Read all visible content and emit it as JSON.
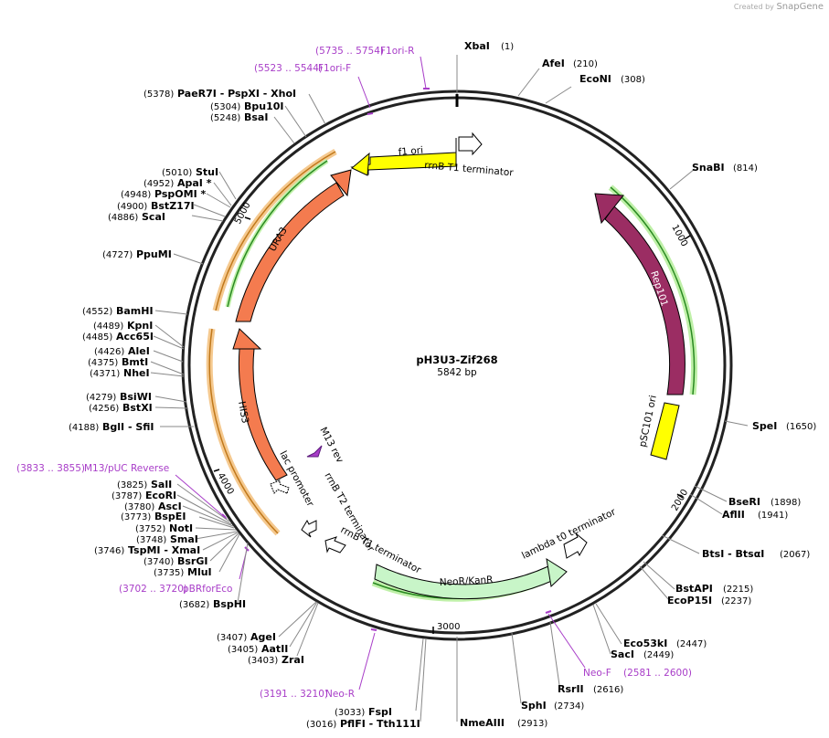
{
  "credit": {
    "prefix": "Created by",
    "brand": "SnapGene"
  },
  "plasmid": {
    "name": "pH3U3-Zif268",
    "size": "5842 bp"
  },
  "ticks": [
    {
      "label": "1000",
      "bp": 1000
    },
    {
      "label": "2000",
      "bp": 2000
    },
    {
      "label": "3000",
      "bp": 3000
    },
    {
      "label": "4000",
      "bp": 4000
    },
    {
      "label": "5000",
      "bp": 5000
    }
  ],
  "features": [
    {
      "name": "f1 ori",
      "color": "#ffff00"
    },
    {
      "name": "rrnB T1 terminator",
      "color": "#ffffff"
    },
    {
      "name": "Rep101",
      "color": "#9b2d63"
    },
    {
      "name": "pSC101 ori",
      "color": "#ffff00"
    },
    {
      "name": "lambda t0 terminator",
      "color": "#ffffff"
    },
    {
      "name": "NeoR/KanR",
      "color": "#c8f5c8"
    },
    {
      "name": "rrnB T1 terminator",
      "color": "#ffffff"
    },
    {
      "name": "rrnB T2 terminator",
      "color": "#ffffff"
    },
    {
      "name": "lac promoter",
      "color": "#ffffff"
    },
    {
      "name": "M13 rev",
      "color": "#a83dc8"
    },
    {
      "name": "HIS3",
      "color": "#f47b4f"
    },
    {
      "name": "URA3",
      "color": "#f47b4f"
    }
  ],
  "enzymes": [
    {
      "name": "XbaI",
      "pos": "(1)"
    },
    {
      "name": "AfeI",
      "pos": "(210)"
    },
    {
      "name": "EcoNI",
      "pos": "(308)"
    },
    {
      "name": "SnaBI",
      "pos": "(814)"
    },
    {
      "name": "SpeI",
      "pos": "(1650)"
    },
    {
      "name": "BseRI",
      "pos": "(1898)"
    },
    {
      "name": "AflII",
      "pos": "(1941)"
    },
    {
      "name": "BtsI  - BtsαI",
      "pos": "(2067)"
    },
    {
      "name": "BstAPI",
      "pos": "(2215)"
    },
    {
      "name": "EcoP15I",
      "pos": "(2237)"
    },
    {
      "name": "Eco53kI",
      "pos": "(2447)"
    },
    {
      "name": "SacI",
      "pos": "(2449)"
    },
    {
      "name": "RsrII",
      "pos": "(2616)"
    },
    {
      "name": "SphI",
      "pos": "(2734)"
    },
    {
      "name": "NmeAIII",
      "pos": "(2913)"
    },
    {
      "name": "FspI",
      "pos": "(3033)"
    },
    {
      "name": "PflFI  - Tth111I",
      "pos": "(3016)"
    },
    {
      "name": "ZraI",
      "pos": "(3403)"
    },
    {
      "name": "AatII",
      "pos": "(3405)"
    },
    {
      "name": "AgeI",
      "pos": "(3407)"
    },
    {
      "name": "BspHI",
      "pos": "(3682)"
    },
    {
      "name": "MluI",
      "pos": "(3735)"
    },
    {
      "name": "BsrGI",
      "pos": "(3740)"
    },
    {
      "name": "TspMI  - XmaI",
      "pos": "(3746)"
    },
    {
      "name": "SmaI",
      "pos": "(3748)"
    },
    {
      "name": "NotI",
      "pos": "(3752)"
    },
    {
      "name": "BspEI",
      "pos": "(3773)"
    },
    {
      "name": "AscI",
      "pos": "(3780)"
    },
    {
      "name": "EcoRI",
      "pos": "(3787)"
    },
    {
      "name": "SalI",
      "pos": "(3825)"
    },
    {
      "name": "BglI  - SfiI",
      "pos": "(4188)"
    },
    {
      "name": "BstXI",
      "pos": "(4256)"
    },
    {
      "name": "BsiWI",
      "pos": "(4279)"
    },
    {
      "name": "NheI",
      "pos": "(4371)"
    },
    {
      "name": "BmtI",
      "pos": "(4375)"
    },
    {
      "name": "AleI",
      "pos": "(4426)"
    },
    {
      "name": "Acc65I",
      "pos": "(4485)"
    },
    {
      "name": "KpnI",
      "pos": "(4489)"
    },
    {
      "name": "BamHI",
      "pos": "(4552)"
    },
    {
      "name": "PpuMI",
      "pos": "(4727)"
    },
    {
      "name": "ScaI",
      "pos": "(4886)"
    },
    {
      "name": "BstZ17I",
      "pos": "(4900)"
    },
    {
      "name": "PspOMI *",
      "pos": "(4948)"
    },
    {
      "name": "ApaI *",
      "pos": "(4952)"
    },
    {
      "name": "StuI",
      "pos": "(5010)"
    },
    {
      "name": "BsaI",
      "pos": "(5248)"
    },
    {
      "name": "Bpu10I",
      "pos": "(5304)"
    },
    {
      "name": "PaeR7I  - PspXI  - XhoI",
      "pos": "(5378)"
    }
  ],
  "primers": [
    {
      "name": "F1ori-R",
      "range": "(5735 .. 5754)"
    },
    {
      "name": "F1ori-F",
      "range": "(5523 .. 5544)"
    },
    {
      "name": "M13/pUC Reverse",
      "range": "(3833 .. 3855)"
    },
    {
      "name": "pBRforEco",
      "range": "(3702 .. 3720)"
    },
    {
      "name": "Neo-R",
      "range": "(3191 .. 3210)"
    },
    {
      "name": "Neo-F",
      "range": "(2581 .. 2600)"
    }
  ]
}
